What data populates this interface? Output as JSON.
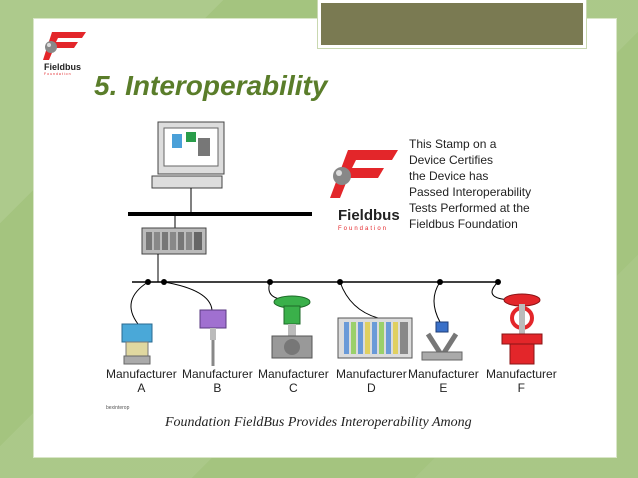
{
  "slide": {
    "title": "5. Interoperability"
  },
  "logo": {
    "brand": "Fieldbus",
    "sub": "Foundation"
  },
  "stamp_text": [
    "This Stamp on a",
    "Device Certifies",
    "the Device has",
    "Passed Interoperability",
    "Tests Performed at the",
    "Fieldbus Foundation"
  ],
  "manufacturers": [
    {
      "name": "Manufacturer",
      "letter": "A"
    },
    {
      "name": "Manufacturer",
      "letter": "B"
    },
    {
      "name": "Manufacturer",
      "letter": "C"
    },
    {
      "name": "Manufacturer",
      "letter": "D"
    },
    {
      "name": "Manufacturer",
      "letter": "E"
    },
    {
      "name": "Manufacturer",
      "letter": "F"
    }
  ],
  "small_label": "bexinterop",
  "caption": "Foundation FieldBus Provides Interoperability Among",
  "colors": {
    "title": "#5a7d2a",
    "brand_red": "#e3262a",
    "background": "#a4c47f"
  }
}
